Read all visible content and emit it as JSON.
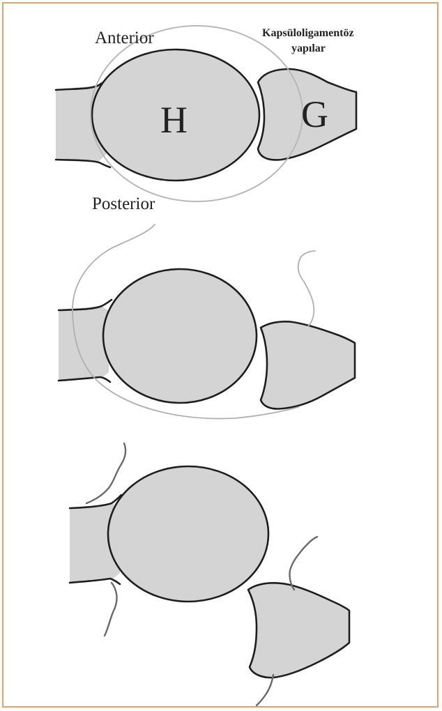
{
  "labels": {
    "anterior": "Anterior",
    "posterior": "Posterior",
    "capsule_line1": "Kapsüloligamentöz",
    "capsule_line2": "yapılar",
    "humerus": "H",
    "glenoid": "G"
  },
  "colors": {
    "frame_border": "#e8a06a",
    "bone_fill": "#d4d4d4",
    "outline": "#1e1e1e",
    "capsule": "#b8b8b8",
    "torn_ligament": "#6a6a6a"
  }
}
